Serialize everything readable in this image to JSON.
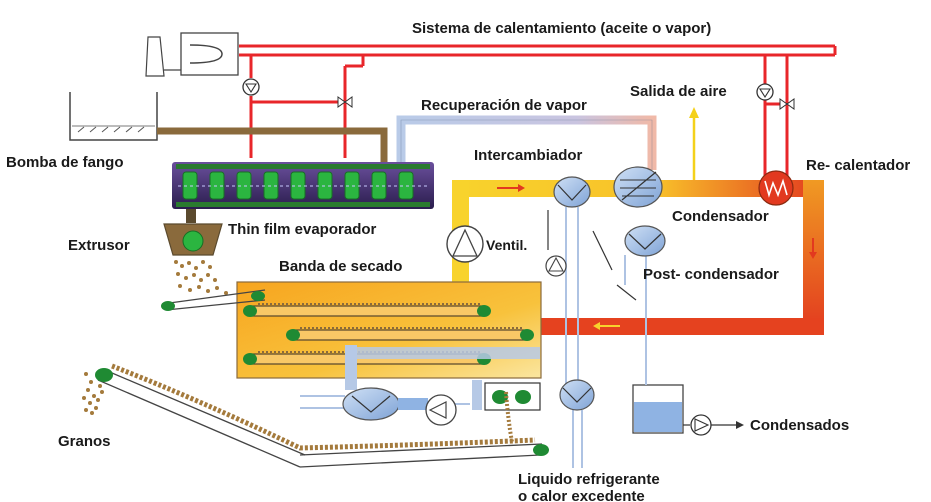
{
  "labels": {
    "heating_system": "Sistema de calentamiento (aceite o vapor)",
    "air_outlet": "Salida de aire",
    "vapor_recovery": "Recuperación de vapor",
    "sludge_pump": "Bomba de fango",
    "heat_exchanger": "Intercambiador",
    "reheater": "Re- calentador",
    "thin_film": "Thin film evaporador",
    "condenser": "Condensador",
    "extruder": "Extrusor",
    "fan": "Ventil.",
    "drying_belt": "Banda de secado",
    "post_condenser": "Post- condensador",
    "granules": "Granos",
    "condensates": "Condensados",
    "coolant_line1": "Liquido refrigerante",
    "coolant_line2": "o calor excedente"
  },
  "colors": {
    "heating_line": "#e8262a",
    "sludge_pipe": "#8a6a3c",
    "vapor_pipe": "#b6c9e6",
    "air_loop_cool": "#f7d02a",
    "air_loop_hot": "#e2391f",
    "dryer_body": "#f5b327",
    "belt_end": "#1f8a33",
    "evaporator_body": "#3c2a6b",
    "granule": "#a47a3c",
    "exhaust_arrow": "#f4d11a",
    "component_blue": "#8fb3e3"
  },
  "icons": {
    "boiler": "boiler-icon",
    "pump": "pump-icon",
    "valve": "valve-icon",
    "fan": "fan-icon",
    "heat_exchanger": "heat-exchanger-icon",
    "tank": "tank-icon"
  }
}
